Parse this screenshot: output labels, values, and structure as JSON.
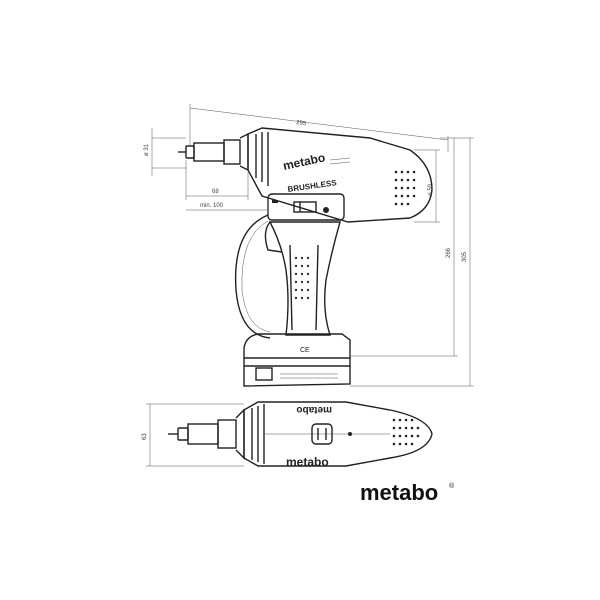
{
  "brand": {
    "logo_text": "metabo",
    "trademark": "®"
  },
  "tool_labels": {
    "side_logo": "metabo",
    "model_name": "BRUSHLESS",
    "top_logo": "metabo",
    "battery_cert": "CE"
  },
  "dimensions": {
    "overall_length": "295",
    "total_height": "305",
    "height_without_head": "266",
    "nozzle_diameter": "ø 31",
    "body_diameter": "ø 59",
    "offset_short": "68",
    "offset_min": "min. 100",
    "top_view_width": "63"
  },
  "views": [
    "side-view",
    "top-view"
  ]
}
